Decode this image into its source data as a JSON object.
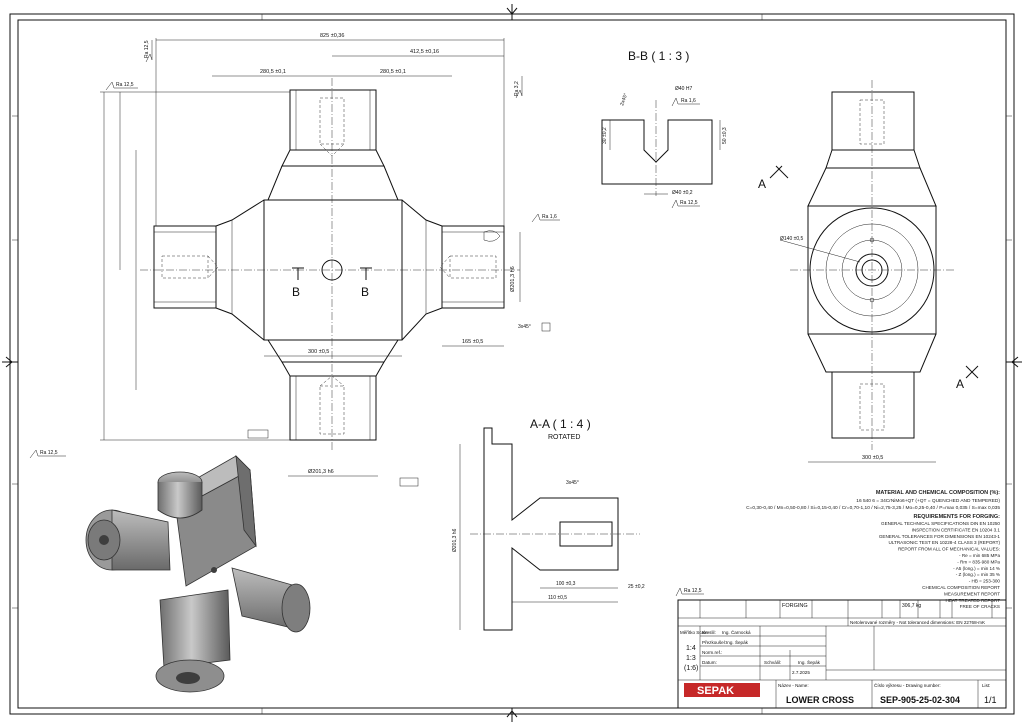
{
  "views": {
    "bb_title": "B-B ( 1 : 3 )",
    "aa_title": "A-A ( 1 : 4 )",
    "aa_sub": "ROTATED",
    "cut_b": "B",
    "cut_a": "A"
  },
  "dims": {
    "d825": "825 ±0,36",
    "d412": "412,5 ±0,16",
    "d280a": "280,5 ±0,1",
    "d280b": "280,5 ±0,1",
    "d300h": "300 ±0,5",
    "d165": "165 ±0,5",
    "d300f": "300 ±0,5",
    "d201": "Ø201,3 h6",
    "d100": "100 ±0,3",
    "d110": "110 ±0,5",
    "d25": "25 ±0,2",
    "d40h7": "Ø40 H7",
    "d40": "Ø40 ±0,2",
    "d50": "50 ±0,3",
    "d30": "30 ±0,2",
    "d140": "Ø140 ±0,5",
    "d3x45a": "3x45°",
    "d3x45b": "3x45°",
    "d2x45": "2x45°",
    "ra125": "Ra 12,5",
    "ra16": "Ra 1,6",
    "ra32": "Ra 3,2"
  },
  "notes": {
    "material_title": "MATERIAL AND CHEMICAL COMPOSITION (%):",
    "material_1": "16 540 6 = 34CrNiMo6+QT (+QT = QUENCHED AND TEMPERED)",
    "material_2": "C=0,30-0,40 / Mn=0,50-0,80 / Si=0,15-0,40 / Cr=0,70-1,10 / Ni=2,75-3,25 / Mo=0,25-0,40 / P=max 0,035 / S=max 0,035",
    "forging_title": "REQUIREMENTS FOR FORGING:",
    "forging_lines": [
      "GENERAL TECHNICAL SPECIFICATIONS DIN EN 10250",
      "INSPECTION CERTIFICATE EN 10204 3.1",
      "GENERAL TOLERANCES FOR DIMENSIONS EN 10243-1",
      "ULTRASONIC TEST EN 10228-4 CLASS 3 (REPORT)",
      "REPORT FROM ALL OF MECHANICAL VALUES:",
      "- Re = min 685 MPa",
      "- Rm = 835-980 MPa",
      "- A5 (long.) = min 14 %",
      "- Z (long.) = min 35 %",
      "- HB = 253-300",
      "CHEMICAL COMPOSITION REPORT",
      "MEASUREMENT REPORT",
      "HEAT TREATED REPORT",
      "FREE OF CRACKS"
    ]
  },
  "title_block": {
    "forging": "FORGING",
    "weight": "306,7 kg",
    "tolerance_note": "Netolerované rozměry - Not toleranced dimensions: EN 22768-mK",
    "scale_label": "Měřítko Scale:",
    "scale_values": [
      "1:4",
      "1:3",
      "(1:6)"
    ],
    "drawn_label": "Kreslil:",
    "drawn_by": "Ing. Čarnocká",
    "checked_label": "Přezkoušel:",
    "checked_by": "Ing. Šepák",
    "normcheck_label": "Norm.ref.:",
    "date_label": "Datum:",
    "date": "2.7.2025",
    "approved_label": "Schválil:",
    "approved_by": "Ing. Šepák",
    "company": "SEPAK",
    "name_label": "Název - Name:",
    "name": "LOWER CROSS",
    "drawing_label": "Číslo výkresu - Drawing number:",
    "drawing_number": "SEP-905-25-02-304",
    "sheet_label": "List:",
    "sheet": "1/1"
  }
}
